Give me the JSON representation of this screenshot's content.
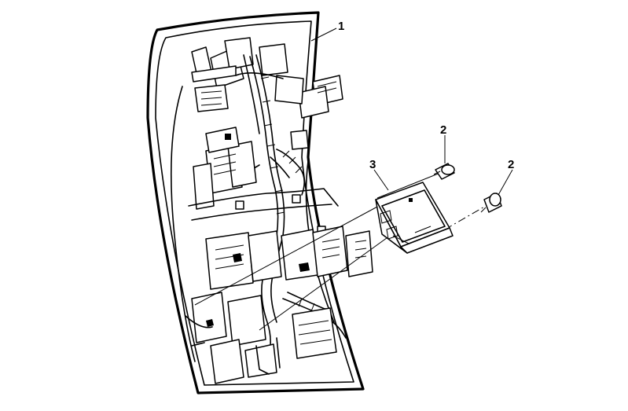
{
  "diagram": {
    "callouts": [
      {
        "id": "callout-1",
        "label": "1"
      },
      {
        "id": "callout-2a",
        "label": "2"
      },
      {
        "id": "callout-2b",
        "label": "2"
      },
      {
        "id": "callout-3",
        "label": "3"
      }
    ]
  }
}
